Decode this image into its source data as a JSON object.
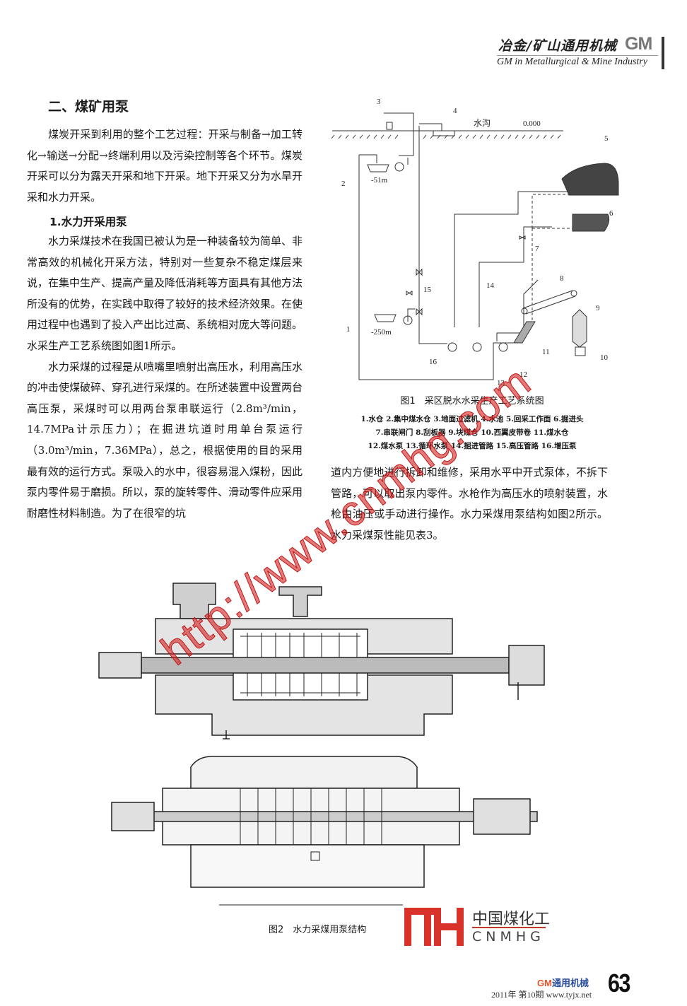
{
  "header": {
    "title_cn": "冶金/矿山通用机械",
    "logo": "GM",
    "title_en": "GM in Metallurgical & Mine Industry"
  },
  "section": {
    "title": "二、煤矿用泵",
    "intro": "煤炭开采到利用的整个工艺过程：开采与制备→加工转化→输送→分配→终端利用以及污染控制等各个环节。煤炭开采可以分为露天开采和地下开采。地下开采又分为水旱开采和水力开采。",
    "subsection_title": "1.水力开采用泵",
    "para1": "水力采煤技术在我国已被认为是一种装备较为简单、非常高效的机械化开采方法，特别对一些复杂不稳定煤层来说，在集中生产、提高产量及降低消耗等方面具有其他方法所没有的优势，在实践中取得了较好的技术经济效果。在使用过程中也遇到了投入产出比过高、系统相对庞大等问题。水采生产工艺系统图如图1所示。",
    "para2": "水力采煤的过程是从喷嘴里喷射出高压水，利用高压水的冲击使煤破碎、穿孔进行采煤的。在所述装置中设置两台高压泵，采煤时可以用两台泵串联运行（2.8m³/min，14.7MPa计示压力）；在掘进坑道时用单台泵运行（3.0m³/min，7.36MPa），总之，根据使用的目的采用最有效的运行方式。泵吸入的水中，很容易混入煤粉，因此泵内零件易于磨损。所以，泵的旋转零件、滑动零件应采用耐磨性材料制造。为了在很窄的坑",
    "para3": "道内方便地进行拆卸和维修，采用水平中开式泵体，不拆下管路，可以取出泵内零件。水枪作为高压水的喷射装置，水枪由油压或手动进行操作。水力采煤用泵结构如图2所示。水力采煤泵性能见表3。"
  },
  "figure1": {
    "caption": "图1　采区脱水水采生产工艺系统图",
    "legend": [
      "1.水仓 2.集中煤水仓 3.地面过滤机 4.水池 5.回采工作面 6.掘进头",
      "7.串联闸门 8.刮板器 9.块煤仓 10.西翼皮带卷 11.煤水仓",
      "12.煤水泵 13.循环水泵 14.掘进管路 15.高压管路 16.增压泵"
    ],
    "labels": {
      "n1": "1",
      "n2": "2",
      "n3": "3",
      "n4": "4",
      "n5": "5",
      "n6": "6",
      "n7": "7",
      "n8": "8",
      "n9": "9",
      "n10": "10",
      "n11": "11",
      "n12": "12",
      "n13": "13",
      "n14": "14",
      "n15": "15",
      "n16": "16",
      "ditch": "水沟",
      "ground_level": "0.000",
      "depth1": "-51m",
      "depth2": "-250m"
    }
  },
  "figure2": {
    "caption": "图2　水力采煤用泵结构"
  },
  "watermark": "http://www.cnmhg.com",
  "logo": {
    "mark": "MH",
    "cn": "中国煤化工",
    "en": "CNMHG"
  },
  "footer": {
    "brand_gm": "GM",
    "brand_cn": "通用机械",
    "issue": "2011年 第10期 www.tyjx.net",
    "page": "63"
  },
  "colors": {
    "watermark": "#d02020",
    "logo_red": "#d9322b",
    "footer_gm": "#e8542a",
    "footer_cn": "#2b4fa0"
  }
}
